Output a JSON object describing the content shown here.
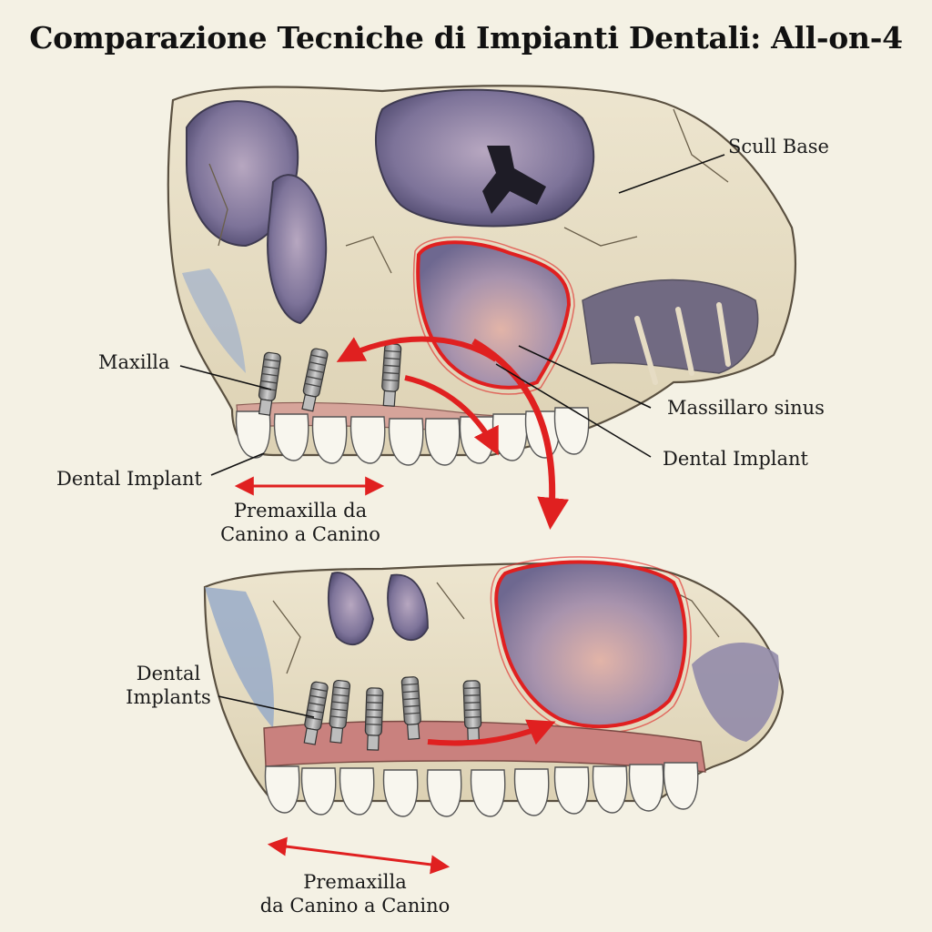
{
  "title": "Comparazione Tecniche di Impianti Dentali: All-on-4",
  "top_panel": {
    "labels": {
      "scull_base": "Scull Base",
      "maxilla": "Maxilla",
      "sinus": "Massillaro sinus",
      "implant_right": "Dental Implant",
      "implant_left": "Dental Implant",
      "premaxilla_line1": "Premaxilla da",
      "premaxilla_line2": "Canino a Canino"
    }
  },
  "bottom_panel": {
    "labels": {
      "implants_line1": "Dental",
      "implants_line2": "Implants",
      "premaxilla_line1": "Premaxilla",
      "premaxilla_line2": "da Canino a Canino"
    }
  },
  "colors": {
    "background": "#f4f1e4",
    "bone": "#e9e0c8",
    "shadow_purple": "#6f6690",
    "sinus_outline": "#e02020",
    "arrow": "#e02020",
    "gum": "#c9817e",
    "implant": "#9a9a9a",
    "tooth": "#f8f6ee"
  }
}
